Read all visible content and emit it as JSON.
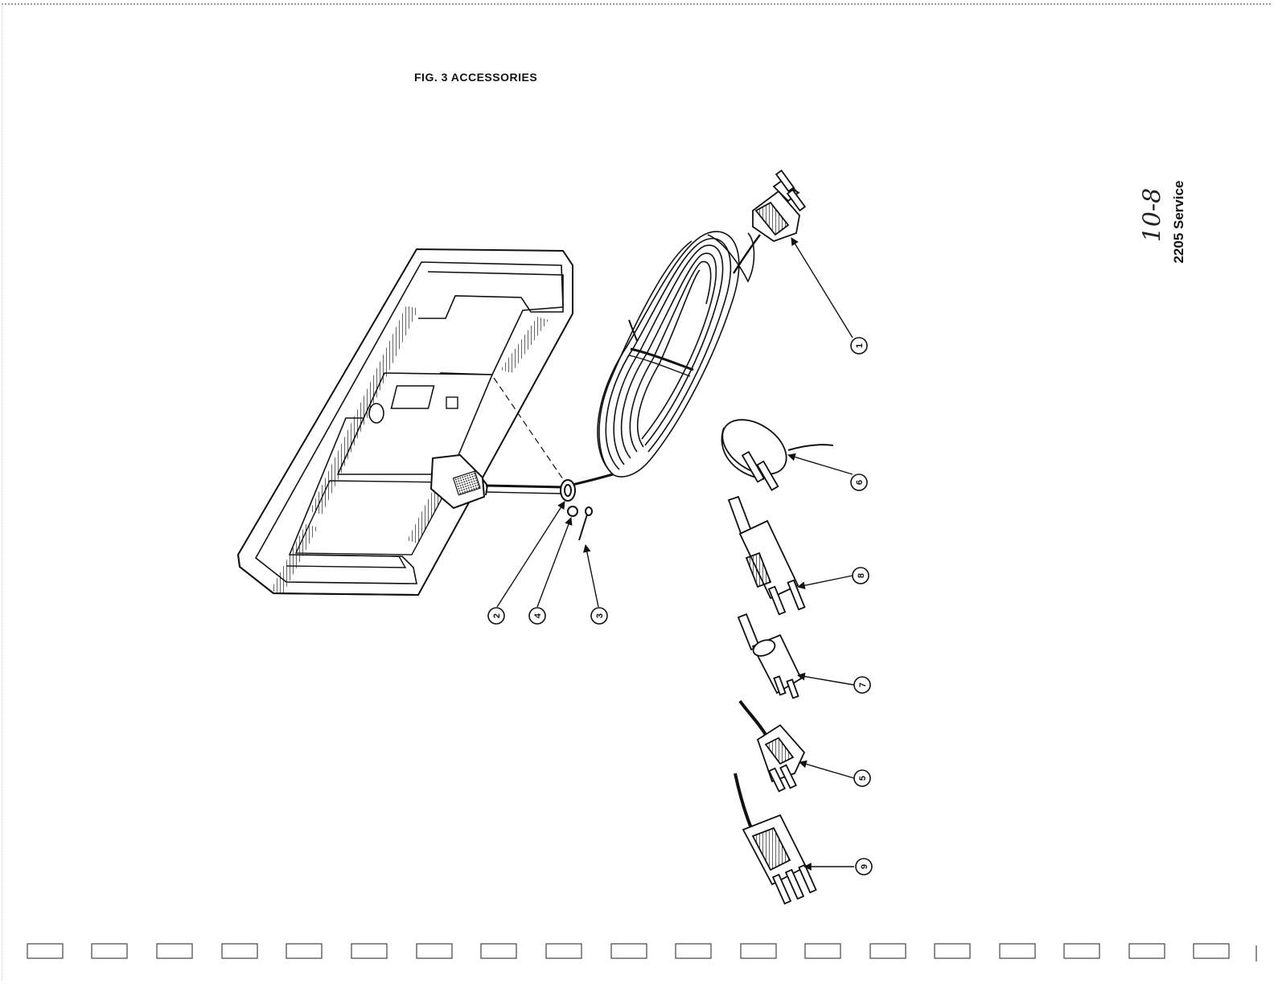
{
  "figure_title": "FIG. 3 ACCESSORIES",
  "side_label": "2205 Service",
  "page_number_handwritten": "10-8",
  "callouts": [
    {
      "id": "callout-1",
      "number": "1"
    },
    {
      "id": "callout-2",
      "number": "2"
    },
    {
      "id": "callout-3",
      "number": "3"
    },
    {
      "id": "callout-4",
      "number": "4"
    },
    {
      "id": "callout-5",
      "number": "5"
    },
    {
      "id": "callout-6",
      "number": "6"
    },
    {
      "id": "callout-7",
      "number": "7"
    },
    {
      "id": "callout-8",
      "number": "8"
    },
    {
      "id": "callout-9",
      "number": "9"
    }
  ]
}
